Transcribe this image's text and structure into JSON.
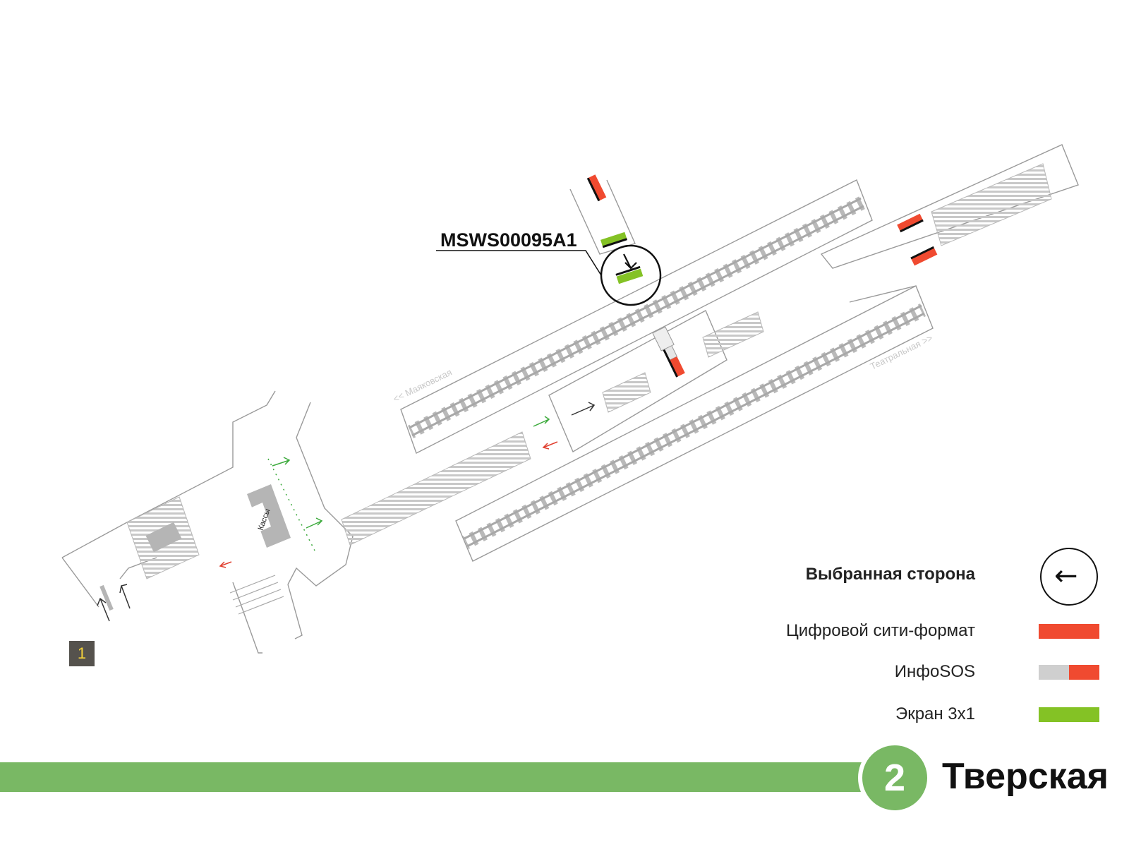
{
  "map": {
    "sign_code": "MSWS00095A1",
    "entrance_number": "1",
    "kassy_label": "Кассы",
    "direction_left": "<< Маяковская",
    "direction_right": "Театральная >>"
  },
  "legend": {
    "selected_side": "Выбранная сторона",
    "selected_side_icon": "arrow-left-in-circle",
    "items": [
      {
        "label": "Цифровой сити-формат",
        "colors": [
          "#f04a30"
        ]
      },
      {
        "label": "ИнфоSOS",
        "colors": [
          "#cfcfcf",
          "#f04a30"
        ]
      },
      {
        "label": "Экран 3х1",
        "colors": [
          "#84c225"
        ]
      }
    ]
  },
  "line": {
    "number": "2",
    "station": "Тверская",
    "color": "#79b864"
  }
}
